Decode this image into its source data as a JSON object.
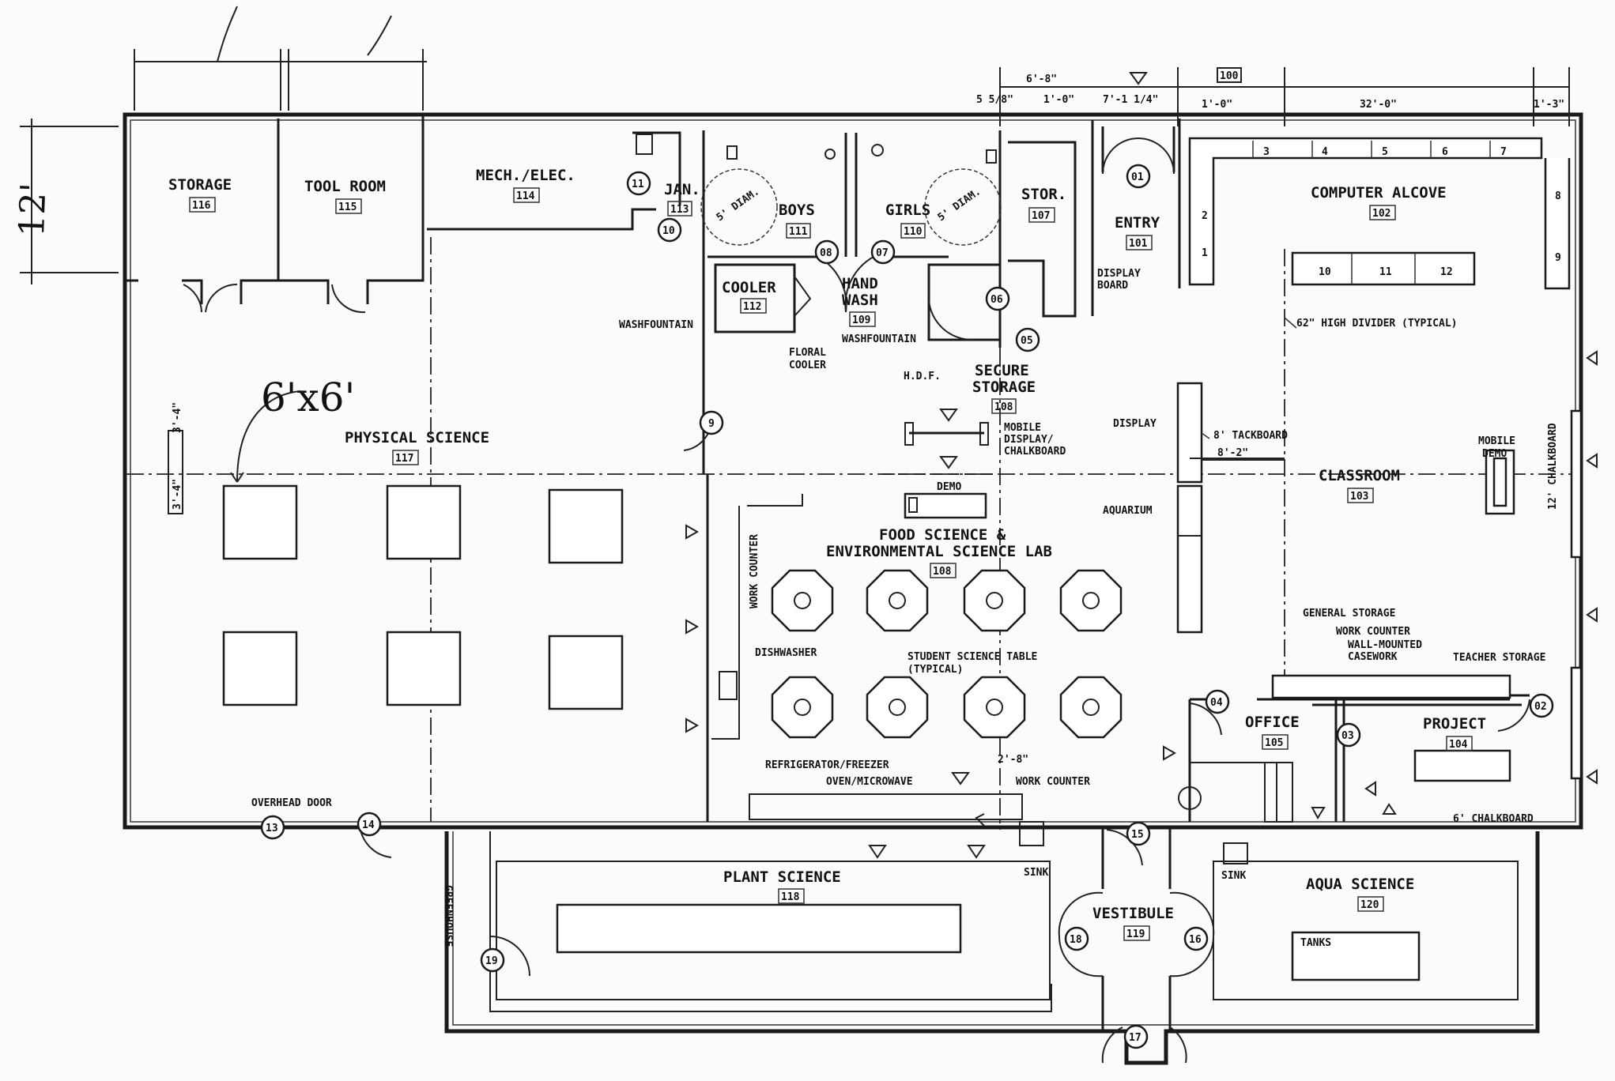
{
  "rooms": {
    "storage": {
      "name": "STORAGE",
      "num": "116"
    },
    "tool_room": {
      "name": "TOOL ROOM",
      "num": "115"
    },
    "mech": {
      "name": "MECH./ELEC.",
      "num": "114"
    },
    "jan": {
      "name": "JAN.",
      "num": "113"
    },
    "boys": {
      "name": "BOYS",
      "num": "111"
    },
    "girls": {
      "name": "GIRLS",
      "num": "110"
    },
    "stor": {
      "name": "STOR.",
      "num": "107"
    },
    "entry": {
      "name": "ENTRY",
      "num": "101"
    },
    "computer": {
      "name": "COMPUTER ALCOVE",
      "num": "102"
    },
    "cooler": {
      "name": "COOLER",
      "num": "112"
    },
    "hand_wash": {
      "line1": "HAND",
      "line2": "WASH",
      "num": "109"
    },
    "secure": {
      "line1": "SECURE",
      "line2": "STORAGE",
      "num": "108"
    },
    "physical": {
      "name": "PHYSICAL SCIENCE",
      "num": "117"
    },
    "food": {
      "line1": "FOOD SCIENCE &",
      "line2": "ENVIRONMENTAL SCIENCE LAB",
      "num": "108"
    },
    "classroom": {
      "name": "CLASSROOM",
      "num": "103"
    },
    "office": {
      "name": "OFFICE",
      "num": "105"
    },
    "project": {
      "name": "PROJECT",
      "num": "104"
    },
    "plant": {
      "name": "PLANT SCIENCE",
      "num": "118"
    },
    "vestibule": {
      "name": "VESTIBULE",
      "num": "119"
    },
    "aqua": {
      "name": "AQUA SCIENCE",
      "num": "120"
    },
    "top_box": "100"
  },
  "labels": {
    "washfountain_left": "WASHFOUNTAIN",
    "washfountain_mid": "WASHFOUNTAIN",
    "floral1": "FLORAL",
    "floral2": "COOLER",
    "hdf": "H.D.F.",
    "display_board1": "DISPLAY",
    "display_board2": "BOARD",
    "display": "DISPLAY",
    "aquarium": "AQUARIUM",
    "tackboard": "8' TACKBOARD",
    "dim_8_2": "8'-2\"",
    "high_divider": "62\" HIGH DIVIDER (TYPICAL)",
    "mobile_display1": "MOBILE",
    "mobile_display2": "DISPLAY/",
    "mobile_display3": "CHALKBOARD",
    "demo": "DEMO",
    "mobile_demo1": "MOBILE",
    "mobile_demo2": "DEMO",
    "chalkboard_12": "12' CHALKBOARD",
    "work_counter_v": "WORK COUNTER",
    "dishwasher": "DISHWASHER",
    "student_table1": "STUDENT SCIENCE TABLE",
    "student_table2": "(TYPICAL)",
    "refrigerator": "REFRIGERATOR/FREEZER",
    "oven": "OVEN/MICROWAVE",
    "work_counter_b": "WORK COUNTER",
    "dim_2_8": "2'-8\"",
    "general_storage": "GENERAL STORAGE",
    "work_counter_r": "WORK COUNTER",
    "wall_mounted1": "WALL-MOUNTED",
    "wall_mounted2": "CASEWORK",
    "teacher_storage": "TEACHER STORAGE",
    "chalkboard_6": "6' CHALKBOARD",
    "overhead_door": "OVERHEAD DOOR",
    "sink_left": "SINK",
    "sink_right": "SINK",
    "tanks": "TANKS",
    "greenhouse": "GREENHOUSE",
    "diam_left": "5' DIAM.",
    "diam_right": "5' DIAM.",
    "dim_3_4a": "3'-4\"",
    "dim_3_4b": "3'-4\""
  },
  "dimensions": {
    "d1": "6'-8\"",
    "d2": "5 5/8\"",
    "d3": "1'-0\"",
    "d4": "7'-1 1/4\"",
    "d5": "1'-0\"",
    "d6": "32'-0\"",
    "d7": "1'-3\""
  },
  "handwritten": {
    "twelve": "12'",
    "six_by_six": "6'x6'"
  },
  "computer_stations": [
    "1",
    "2",
    "3",
    "4",
    "5",
    "6",
    "7",
    "8",
    "9",
    "10",
    "11",
    "12"
  ],
  "door_tags": [
    "01",
    "02",
    "03",
    "04",
    "05",
    "06",
    "07",
    "08",
    "9",
    "10",
    "11",
    "13",
    "14",
    "15",
    "16",
    "17",
    "18",
    "19"
  ]
}
